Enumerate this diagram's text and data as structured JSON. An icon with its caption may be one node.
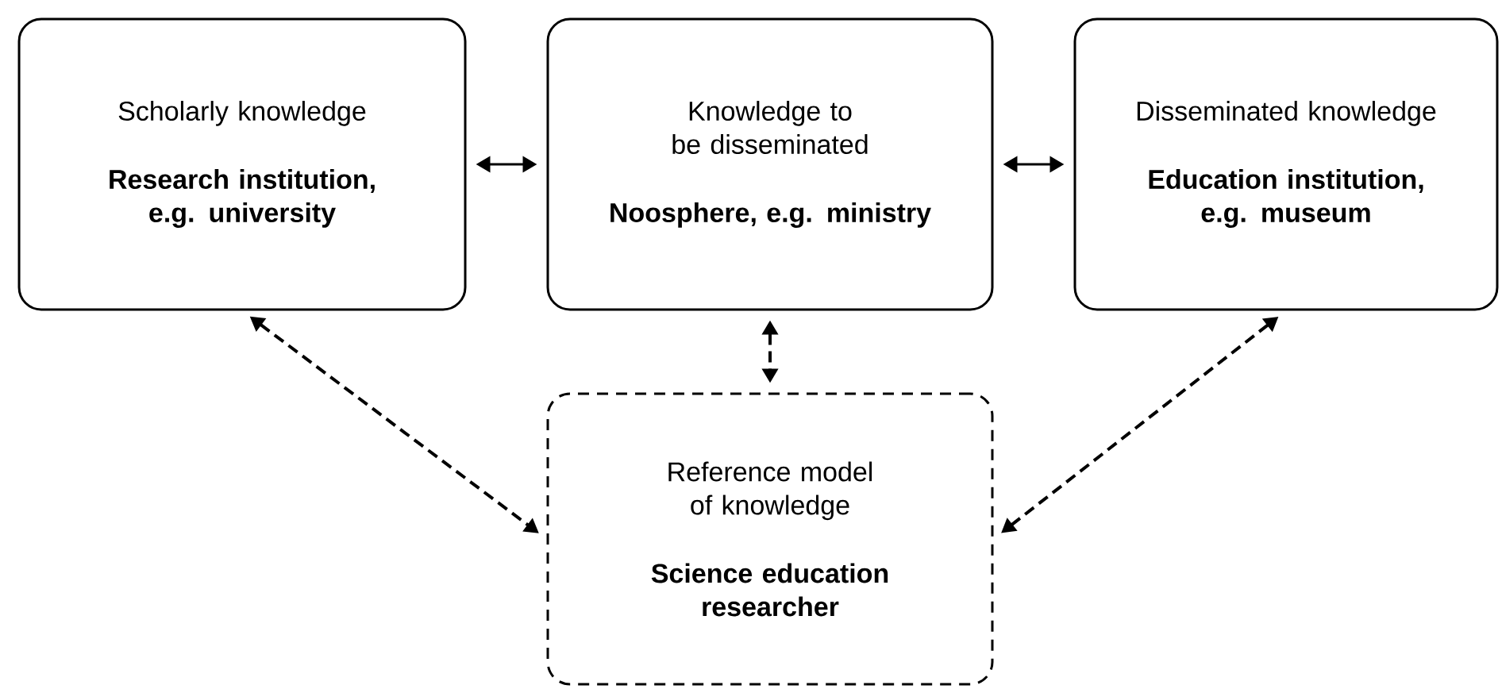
{
  "diagram": {
    "nodes": [
      {
        "text": [
          "Scholarly knowledge",
          "Research institution, e.g. university"
        ]
      },
      {
        "text": [
          "Knowledge to be disseminated",
          "Noosphere, e.g. ministry"
        ]
      },
      {
        "text": [
          "Disseminated knowledge",
          "Education institution, e.g. museum"
        ]
      },
      {
        "text": [
          "Reference model of knowledge",
          "Science education researcher"
        ]
      }
    ],
    "edges": [
      {
        "from": 0,
        "to": 1,
        "arrow": "both"
      },
      {
        "from": 1,
        "to": 2,
        "arrow": "both"
      },
      {
        "from": 1,
        "to": 3,
        "arrow": "both",
        "style": "dashed"
      },
      {
        "from": 0,
        "to": 3,
        "arrow": "both",
        "style": "dashed"
      },
      {
        "from": 2,
        "to": 3,
        "arrow": "both",
        "style": "dashed"
      }
    ]
  }
}
